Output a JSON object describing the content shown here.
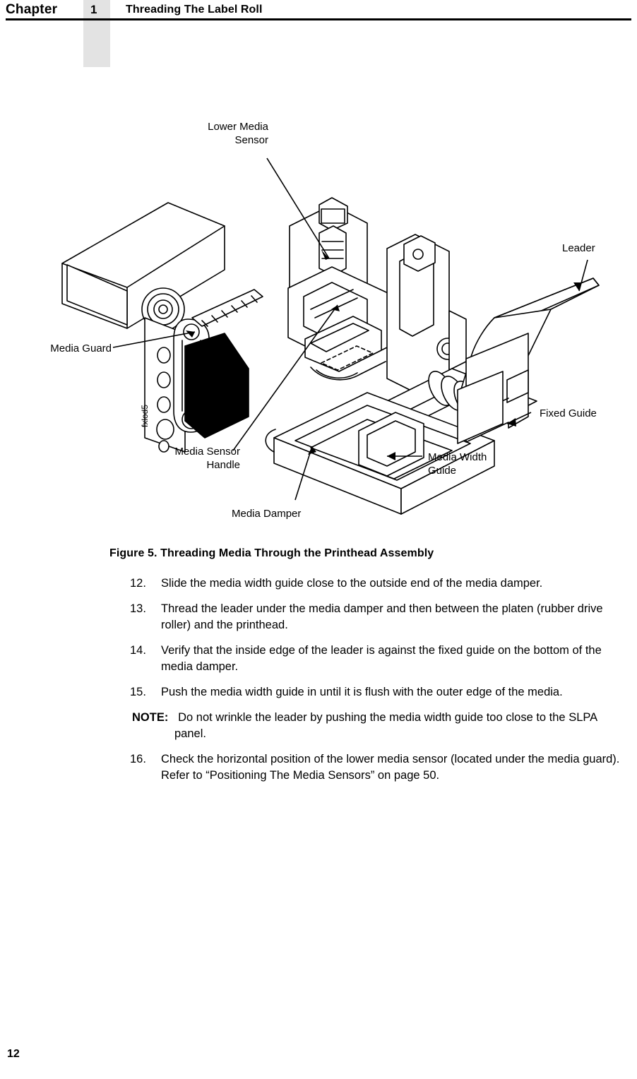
{
  "header": {
    "chapter_label": "Chapter",
    "chapter_number": "1",
    "title": "Threading The Label Roll"
  },
  "figure": {
    "caption": "Figure 5. Threading Media Through the Printhead Assembly",
    "artwork_id": "fxlod5",
    "callouts": [
      {
        "name": "lower-media-sensor",
        "text": "Lower Media\nSensor"
      },
      {
        "name": "leader",
        "text": "Leader"
      },
      {
        "name": "media-guard",
        "text": "Media Guard"
      },
      {
        "name": "fixed-guide",
        "text": "Fixed Guide"
      },
      {
        "name": "media-sensor-handle",
        "text": "Media Sensor\nHandle"
      },
      {
        "name": "media-width-guide",
        "text": "Media Width\nGuide"
      },
      {
        "name": "media-damper",
        "text": "Media Damper"
      }
    ]
  },
  "steps": [
    {
      "number": "12.",
      "text": "Slide the media width guide close to the outside end of the media damper."
    },
    {
      "number": "13.",
      "text": "Thread the leader under the media damper and then between the platen (rubber drive roller) and the printhead."
    },
    {
      "number": "14.",
      "text": "Verify that the inside edge of the leader is against the fixed guide on the bottom of the media damper."
    },
    {
      "number": "15.",
      "text": "Push the media width guide in until it is flush with the outer edge of the media."
    }
  ],
  "note": {
    "label": "NOTE:",
    "text": "Do not wrinkle the leader by pushing the media width guide too close to the SLPA panel."
  },
  "steps_after_note": [
    {
      "number": "16.",
      "text": "Check the horizontal position of the lower media sensor (located under the media guard). Refer to “Positioning The Media Sensors” on page 50."
    }
  ],
  "footer": {
    "page_number": "12"
  }
}
